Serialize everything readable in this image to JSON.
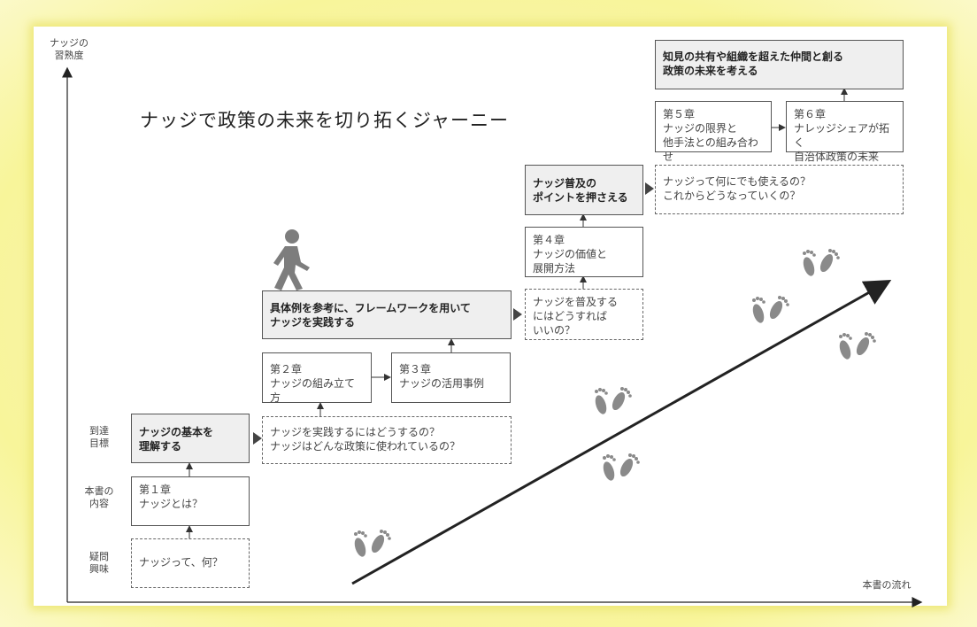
{
  "title": "ナッジで政策の未来を切り拓くジャーニー",
  "axes": {
    "y_label": "ナッジの\n習熟度",
    "x_label": "本書の流れ"
  },
  "row_labels": {
    "goal": "到達\n目標",
    "content": "本書の\n内容",
    "question": "疑問\n興味"
  },
  "stage1": {
    "question": "ナッジって、何？",
    "chapter": "第１章\nナッジとは？",
    "goal": "ナッジの基本を\n理解する"
  },
  "stage2": {
    "question": "ナッジを実践するにはどうするの？\nナッジはどんな政策に使われているの？",
    "chapter2": "第２章\nナッジの組み立て方",
    "chapter3": "第３章\nナッジの活用事例",
    "goal": "具体例を参考に、フレームワークを用いて\nナッジを実践する"
  },
  "stage3": {
    "question": "ナッジを普及する\nにはどうすれば\nいいの？",
    "chapter": "第４章\nナッジの価値と\n展開方法",
    "goal": "ナッジ普及の\nポイントを押さえる"
  },
  "stage4": {
    "question": "ナッジって何にでも使えるの？\nこれからどうなっていくの？",
    "chapter5": "第５章\nナッジの限界と\n他手法との組み合わせ",
    "chapter6": "第６章\nナレッジシェアが拓く\n自治体政策の未来",
    "goal": "知見の共有や組織を超えた仲間と創る\n政策の未来を考える"
  },
  "colors": {
    "glow": "#f7f3a8",
    "goal_fill": "#efefef",
    "line": "#222222",
    "footprint": "#8a8a8a"
  }
}
